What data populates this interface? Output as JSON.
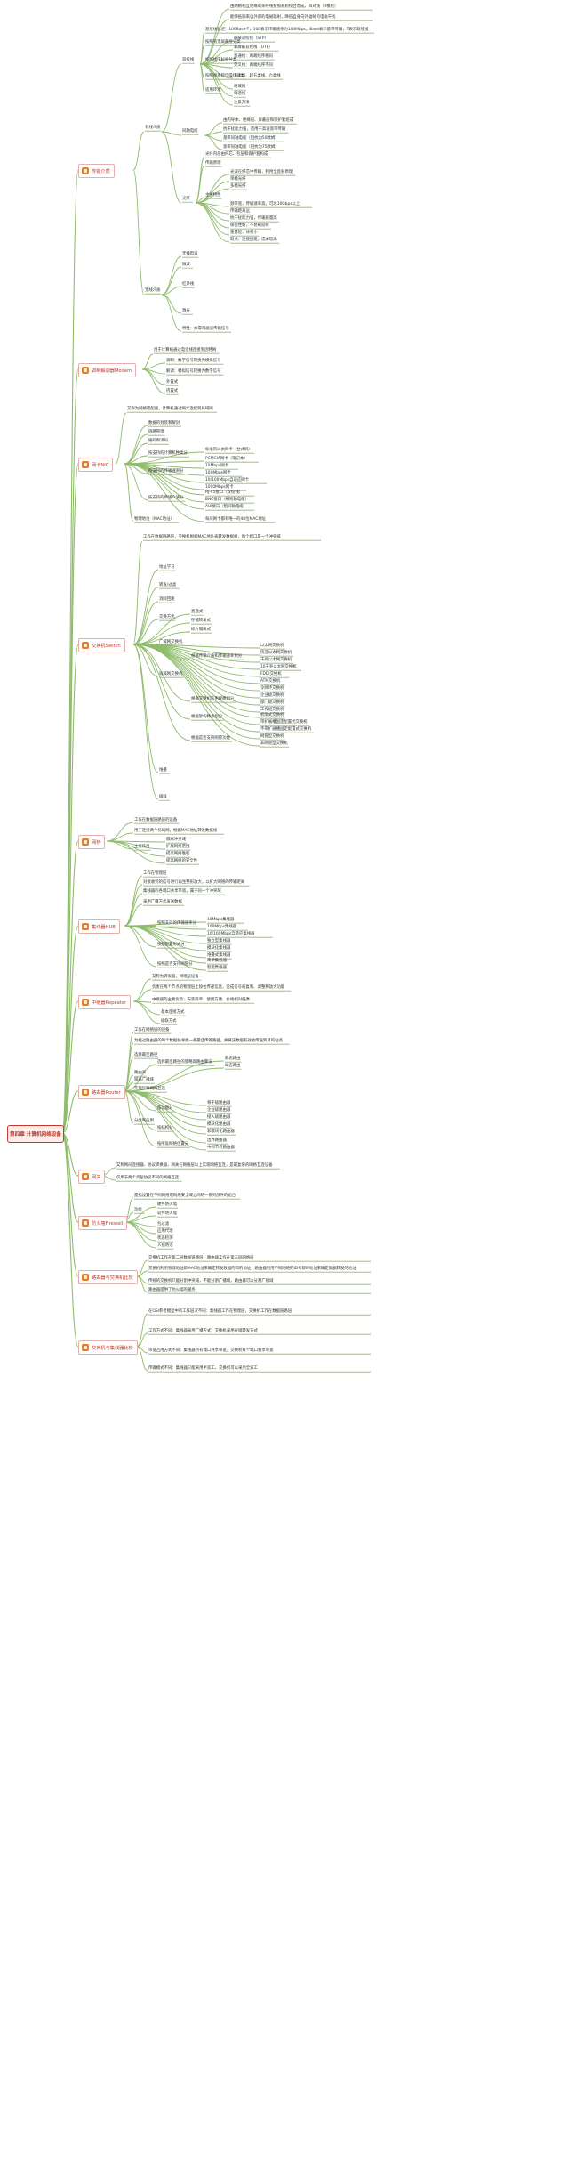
{
  "root": {
    "label": "第四章 计算机网络设备"
  },
  "colors": {
    "link": "#8fbc6a",
    "accent": "#c0392b",
    "icon": "#e67e22"
  },
  "topics": [
    {
      "label": "传输介质",
      "icon": "media-icon"
    },
    {
      "label": "调制解调器Modem",
      "icon": "modem-icon"
    },
    {
      "label": "网卡NIC",
      "icon": "nic-icon"
    },
    {
      "label": "交换机Switch",
      "icon": "switch-icon"
    },
    {
      "label": "网桥",
      "icon": "bridge-icon"
    },
    {
      "label": "集线器HUB",
      "icon": "hub-icon"
    },
    {
      "label": "中继器Repeater",
      "icon": "repeater-icon"
    },
    {
      "label": "路由器Router",
      "icon": "router-icon"
    },
    {
      "label": "网关",
      "icon": "gateway-icon"
    },
    {
      "label": "防火墙Firewall",
      "icon": "firewall-icon"
    },
    {
      "label": "路由器与交换机比较",
      "icon": "compare-icon"
    },
    {
      "label": "交换机与集线器比较",
      "icon": "compare-icon"
    }
  ],
  "media": {
    "sub1": "有线介质",
    "sub2": "无线介质",
    "twisted": "双绞线",
    "twisted_items": [
      "由两根相互绝缘的铜导线按照规则绞合而成，四对线（8根线）",
      "能够抵御来自外部的电磁辐射，降低自身向外辐射的电磁干扰",
      "双绞线标记：100Base-T，100表示传输速率为100Mbps，Base表示基带传输，T表示双绞线",
      "按照有无屏蔽层分类",
      "屏蔽双绞线（STP）",
      "非屏蔽双绞线（UTP）",
      "按照线序标准分类",
      "直通线：两端线序相同",
      "交叉线：两端线序不同",
      "按照频率和信噪比分类",
      "五类线、超五类线、六类线",
      "适用环境",
      "局域网",
      "电话线",
      "注意方法"
    ],
    "coax": "同轴电缆",
    "coax_items": [
      "由内导体、绝缘层、屏蔽层和保护套组成",
      "抗干扰能力强，适用于高速宽带传输",
      "基带同轴电缆（阻抗为50欧姆）",
      "宽带同轴电缆（阻抗为75欧姆）"
    ],
    "fiber": "光纤",
    "fiber_items": [
      "光纤内部由纤芯、包层和保护套构成",
      "传输原理",
      "光波在纤芯中传输，利用全反射原理",
      "单模光纤",
      "多模光纤",
      "主要特性",
      "频带宽，传输速率高，可达10Gbps以上",
      "传输距离远",
      "抗干扰能力强，传输质量高",
      "保密性好，不易被窃听",
      "重量轻，体积小",
      "缺点：连接困难，成本较高"
    ],
    "wireless_items": [
      "无线电波",
      "微波",
      "红外线",
      "激光",
      "特性：依靠电磁波传输信号"
    ]
  },
  "modem": {
    "intro": "用于计算机通过电话线连接到因特网",
    "items": [
      "调制：数字信号转换为模拟信号",
      "解调：模拟信号转换为数字信号",
      "外置式",
      "内置式"
    ]
  },
  "nic": {
    "intro": "又称为网络适配器，计算机通过网卡连接到局域网",
    "items": [
      "数据的封装和解封",
      "链路管理",
      "编码和译码",
      "按支持的计算机种类分",
      "标准的以太网卡（台式机）",
      "PCMCIA网卡（笔记本）",
      "按支持的传输速率分",
      "10Mbps网卡",
      "100Mbps网卡",
      "10/100Mbps自适应网卡",
      "1000Mbps网卡",
      "按支持的传输介质分",
      "RJ-45接口（双绞线）",
      "BNC接口（细同轴电缆）",
      "AUI接口（粗同轴电缆）",
      "物理地址（MAC地址）",
      "每块网卡都有唯一的48位MAC地址"
    ]
  },
  "switch": {
    "intro": "工作在数据链路层，交换机根据MAC地址表转发数据帧，每个端口是一个冲突域",
    "items": [
      "地址学习",
      "转发/过滤",
      "消除回路",
      "交换方式",
      "直通式",
      "存储转发式",
      "碎片隔离式",
      "广域网交换机",
      "局域网交换机",
      "根据传输介质和传输速率划分",
      "以太网交换机",
      "快速以太网交换机",
      "千兆以太网交换机",
      "10千兆以太网交换机",
      "FDDI交换机",
      "ATM交换机",
      "令牌环交换机",
      "根据交换机应用规模划分",
      "企业级交换机",
      "部门级交换机",
      "工作组交换机",
      "根据架构特点划分",
      "机架式交换机",
      "带扩展槽固定配置式交换机",
      "不带扩展槽固定配置式交换机",
      "根据是否支持网管功能",
      "网管型交换机",
      "非网管型交换机",
      "堆叠",
      "级联"
    ]
  },
  "bridge": {
    "items": [
      "工作在数据链路层的设备",
      "用于连接两个局域网，根据MAC地址转发数据帧",
      "主要作用",
      "隔离冲突域",
      "扩展网络范围",
      "提高网络性能",
      "提高网络的安全性"
    ]
  },
  "hub": {
    "items": [
      "工作在物理层",
      "对接收到的信号进行再生整形放大，以扩大网络的传输距离",
      "集线器的各端口共享带宽，属于同一个冲突域",
      "采用广播方式发送数据",
      "按照支持的传输速率分",
      "10Mbps集线器",
      "100Mbps集线器",
      "10/100Mbps自适应集线器",
      "按照配置形式分",
      "独立型集线器",
      "模块化集线器",
      "堆叠式集线器",
      "按照是否支持网管分",
      "简单集线器",
      "智能集线器"
    ]
  },
  "repeater": {
    "items": [
      "又称为转发器，物理层设备",
      "负责在两个节点的物理层上按位传递信息，完成信号的复制、调整和放大功能",
      "中继器的主要优点：安装简单、使用方便、价格相对低廉",
      "基本连接方式",
      "级联方式"
    ]
  },
  "router": {
    "items": [
      "工作在网络层的设备",
      "为经过路由器的每个数据帧寻找一条最佳传输路径，并将该数据有效地传送到目的站点",
      "选择最佳路径",
      "选择最佳路径的策略即路由算法",
      "静态路由",
      "动态路由",
      "路由表",
      "隔离广播域",
      "实现异种网络互连",
      "分类和应用",
      "按功能分",
      "骨干级路由器",
      "企业级路由器",
      "接入级路由器",
      "按结构分",
      "模块化路由器",
      "非模块化路由器",
      "按所处网络位置分",
      "边界路由器",
      "中间节点路由器"
    ]
  },
  "gateway": {
    "items": [
      "又称网间连接器、协议转换器，网关在网络层以上实现网络互连，是最复杂的网络互连设备",
      "仅用于两个高层协议不同的网络互连"
    ]
  },
  "firewall": {
    "items": [
      "是指设置在不同网络或网络安全域之间的一系列部件的组合",
      "功能",
      "硬件防火墙",
      "软件防火墙",
      "包过滤",
      "应用代理",
      "状态检测",
      "入侵防范"
    ]
  },
  "cmp_router": {
    "items": [
      "交换机工作在第二层数据链路层，路由器工作在第三层网络层",
      "交换机利用物理地址即MAC地址来确定转发数据的目的地址，路由器利用不同网络的ID号即IP地址来确定数据转发的地址",
      "传统的交换机只能分割冲突域，不能分割广播域，路由器可以分割广播域",
      "路由器提供了防火墙的服务"
    ]
  },
  "cmp_hub": {
    "items": [
      "在OSI参考模型中的工作层次不同：集线器工作在物理层，交换机工作在数据链路层",
      "工作方式不同：集线器采用广播方式，交换机采用存储转发方式",
      "带宽占用方式不同：集线器所有端口共享带宽，交换机每个端口独享带宽",
      "传输模式不同：集线器只能采用半双工，交换机可以采用全双工"
    ]
  }
}
